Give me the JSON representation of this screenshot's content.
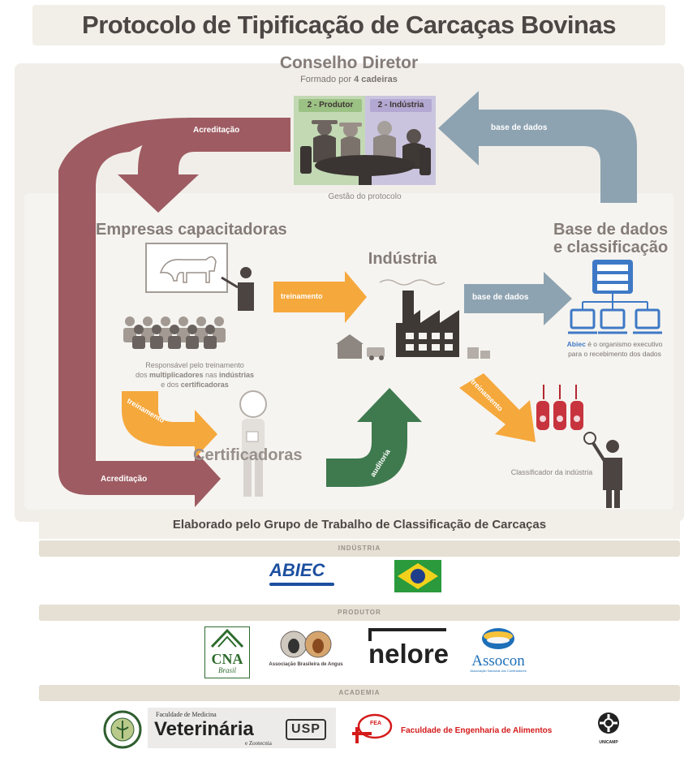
{
  "title": "Protocolo de Tipificação de Carcaças Bovinas",
  "council": {
    "title": "Conselho Diretor",
    "subtitle_prefix": "Formado por ",
    "subtitle_bold": "4 cadeiras",
    "seat_producer": "2 - Produtor",
    "seat_industry": "2 - Indústria",
    "caption": "Gestão do protocolo"
  },
  "arrows": {
    "accreditation_top": "Acreditação",
    "database_top": "base de dados",
    "training_industry": "treinamento",
    "database_mid": "base de dados",
    "training_cert": "treinamento",
    "audit": "auditoria",
    "training_classifier": "treinamento",
    "accreditation_bottom": "Acreditação"
  },
  "training_companies": {
    "title": "Empresas capacitadoras",
    "desc_line1": "Responsável pelo treinamento",
    "desc_line2_pre": "dos ",
    "desc_line2_b1": "multiplicadores",
    "desc_line2_mid": " nas ",
    "desc_line2_b2": "indústrias",
    "desc_line3_pre": "e dos ",
    "desc_line3_b": "certificadoras"
  },
  "industry": {
    "title": "Indústria"
  },
  "database": {
    "title_line1": "Base de dados",
    "title_line2": "e classificação",
    "desc_bold": "Abiec",
    "desc_rest": " é o organismo executivo",
    "desc_line2": "para o recebimento dos dados"
  },
  "certifiers": {
    "title": "Certificadoras"
  },
  "classifier": {
    "caption": "Classificador da indústria"
  },
  "footer": {
    "credit": "Elaborado pelo Grupo de Trabalho de Classificação de Carcaças",
    "band_industry": "INDÚSTRIA",
    "band_producer": "PRODUTOR",
    "band_academy": "ACADEMIA",
    "logos": {
      "abiec": "ABIEC",
      "cnn": "CNA",
      "cnn_sub": "Brasil",
      "angus": "Associação Brasileira de Angus",
      "nelore": "nelore",
      "assocon": "Assocon",
      "assocon_sub": "Associação Nacional dos Confinadores",
      "vet_small": "Faculdade de Medicina",
      "vet_big": "Veterinária",
      "vet_sub": "e Zootecnia",
      "usp": "USP",
      "fea_mark": "FEA",
      "fea": "Faculdade de Engenharia de Alimentos",
      "unicamp": "UNICAMP"
    }
  },
  "colors": {
    "maroon": "#9e5b62",
    "slate": "#8ea3b1",
    "orange": "#f5a83c",
    "green": "#3f7a4f",
    "panel": "#f1eee9",
    "heading": "#857c78",
    "server_blue": "#3e79c6"
  }
}
